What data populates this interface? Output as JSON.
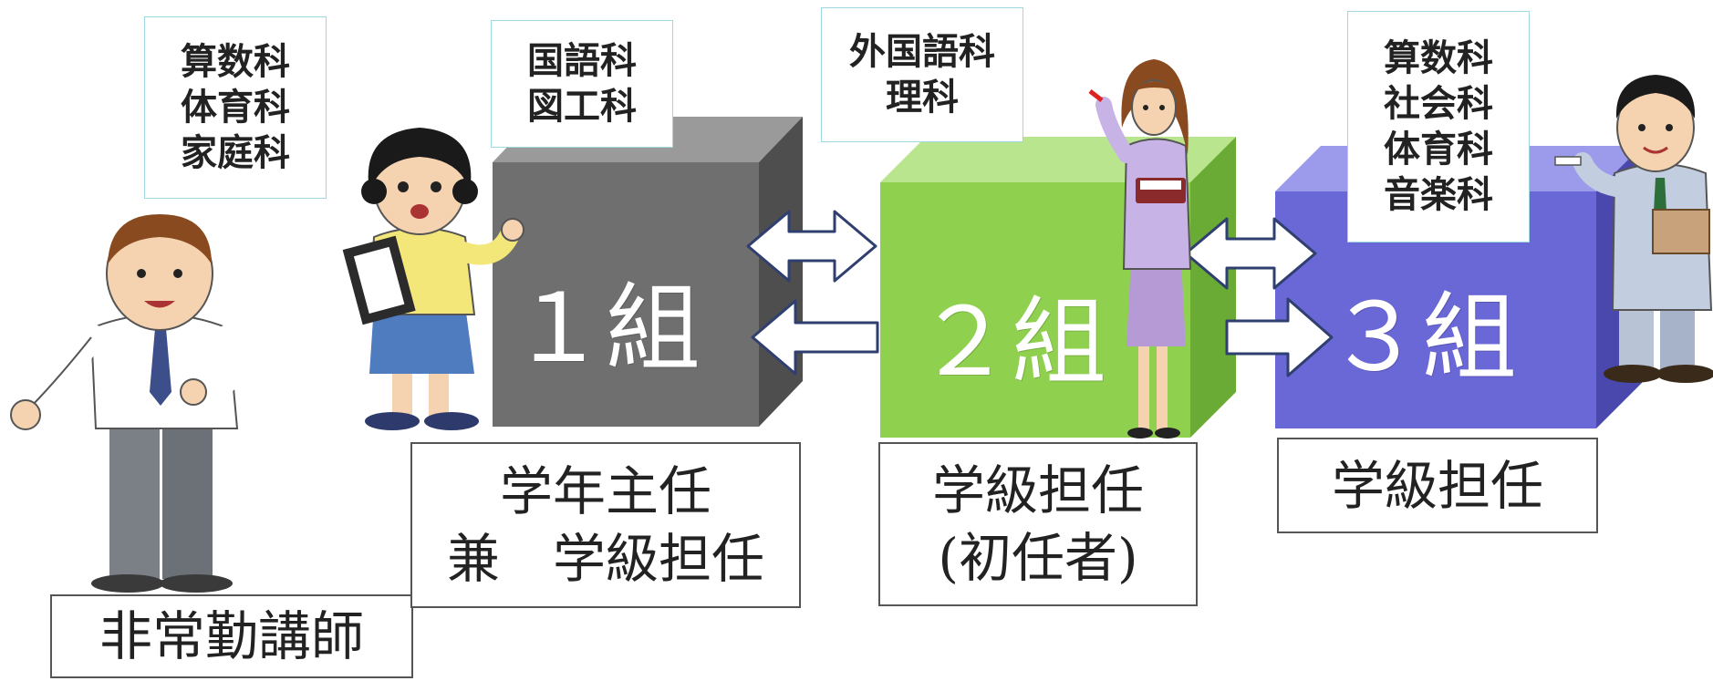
{
  "teachers": [
    {
      "role_lines": [
        "非常勤講師"
      ],
      "subjects": [
        "算数科",
        "体育科",
        "家庭科"
      ]
    },
    {
      "class_label": "１組",
      "role_lines": [
        "学年主任",
        "兼　学級担任"
      ],
      "subjects": [
        "国語科",
        "図工科"
      ]
    },
    {
      "class_label": "２組",
      "role_lines": [
        "学級担任",
        "(初任者)"
      ],
      "subjects": [
        "外国語科",
        "理科"
      ]
    },
    {
      "class_label": "３組",
      "role_lines": [
        "学級担任"
      ],
      "subjects": [
        "算数科",
        "社会科",
        "体育科",
        "音楽科"
      ]
    }
  ],
  "colors": {
    "class1": "#6f6f6f",
    "class2": "#8fd14f",
    "class3": "#6a67d6",
    "arrow_fill": "#ffffff",
    "arrow_stroke": "#2f3f6f"
  }
}
